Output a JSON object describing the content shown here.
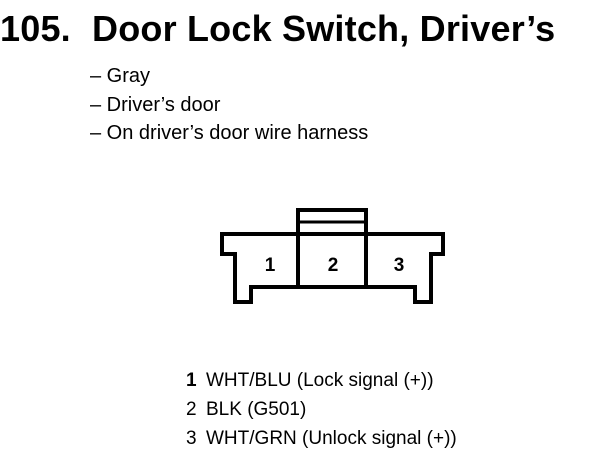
{
  "header": {
    "number": "105.",
    "title": "Door Lock Switch, Driver’s"
  },
  "details": [
    "– Gray",
    "– Driver’s door",
    "– On driver’s door wire harness"
  ],
  "connector": {
    "pin_labels": [
      "1",
      "2",
      "3"
    ]
  },
  "pins": [
    {
      "number": "1",
      "text": "WHT/BLU (Lock signal (+))"
    },
    {
      "number": "2",
      "text": "BLK (G501)"
    },
    {
      "number": "3",
      "text": "WHT/GRN (Unlock signal (+))"
    }
  ]
}
